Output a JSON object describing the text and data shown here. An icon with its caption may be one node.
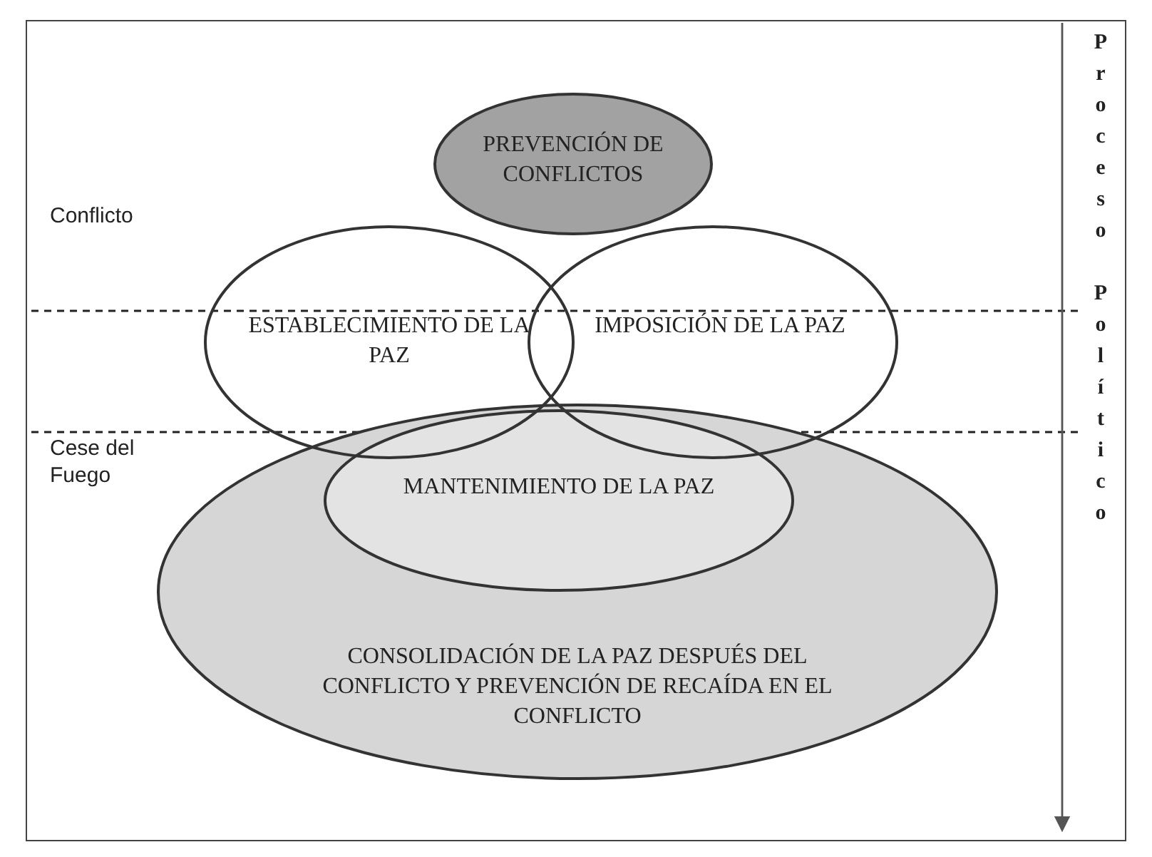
{
  "diagram": {
    "nodes": [
      {
        "text": [
          "PREVENCIÓN DE CONFLICTOS"
        ]
      },
      {
        "text": [
          "ESTABLECIMIENTO DE LA PAZ"
        ]
      },
      {
        "text": [
          "IMPOSICIÓN DE LA PAZ"
        ]
      },
      {
        "text": [
          "CONSOLIDACIÓN DE LA PAZ DESPUÉS DEL CONFLICTO Y PREVENCIÓN DE RECAÍDA EN EL CONFLICTO"
        ]
      },
      {
        "text": [
          "MANTENIMIENTO DE LA PAZ"
        ],
        "in": 3
      }
    ],
    "edges": [],
    "labels": [
      "Conflicto",
      "Cese del Fuego",
      "Proceso Político"
    ]
  }
}
